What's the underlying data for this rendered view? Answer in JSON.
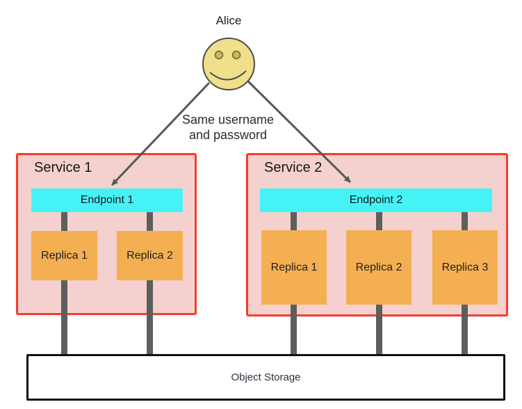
{
  "actor": {
    "label": "Alice",
    "icon": "smiley-face-icon"
  },
  "annotation": {
    "line1": "Same username",
    "line2": "and password"
  },
  "services": [
    {
      "name": "Service 1",
      "endpoint_label": "Endpoint 1",
      "replicas": [
        "Replica 1",
        "Replica 2"
      ]
    },
    {
      "name": "Service 2",
      "endpoint_label": "Endpoint 2",
      "replicas": [
        "Replica 1",
        "Replica 2",
        "Replica 3"
      ]
    }
  ],
  "storage": {
    "label": "Object Storage"
  },
  "colors": {
    "service_fill": "#F4D1CE",
    "service_border": "#F93B2B",
    "endpoint_fill": "#45F3F7",
    "replica_fill": "#F5AF53",
    "connector_gray": "#5E5E5E",
    "arrow_gray": "#575757",
    "face_fill": "#F0DF8B",
    "face_stroke": "#4C4C4C",
    "eye_fill": "#C6B75B",
    "storage_border": "#111111",
    "background": "#FFFFFF"
  }
}
